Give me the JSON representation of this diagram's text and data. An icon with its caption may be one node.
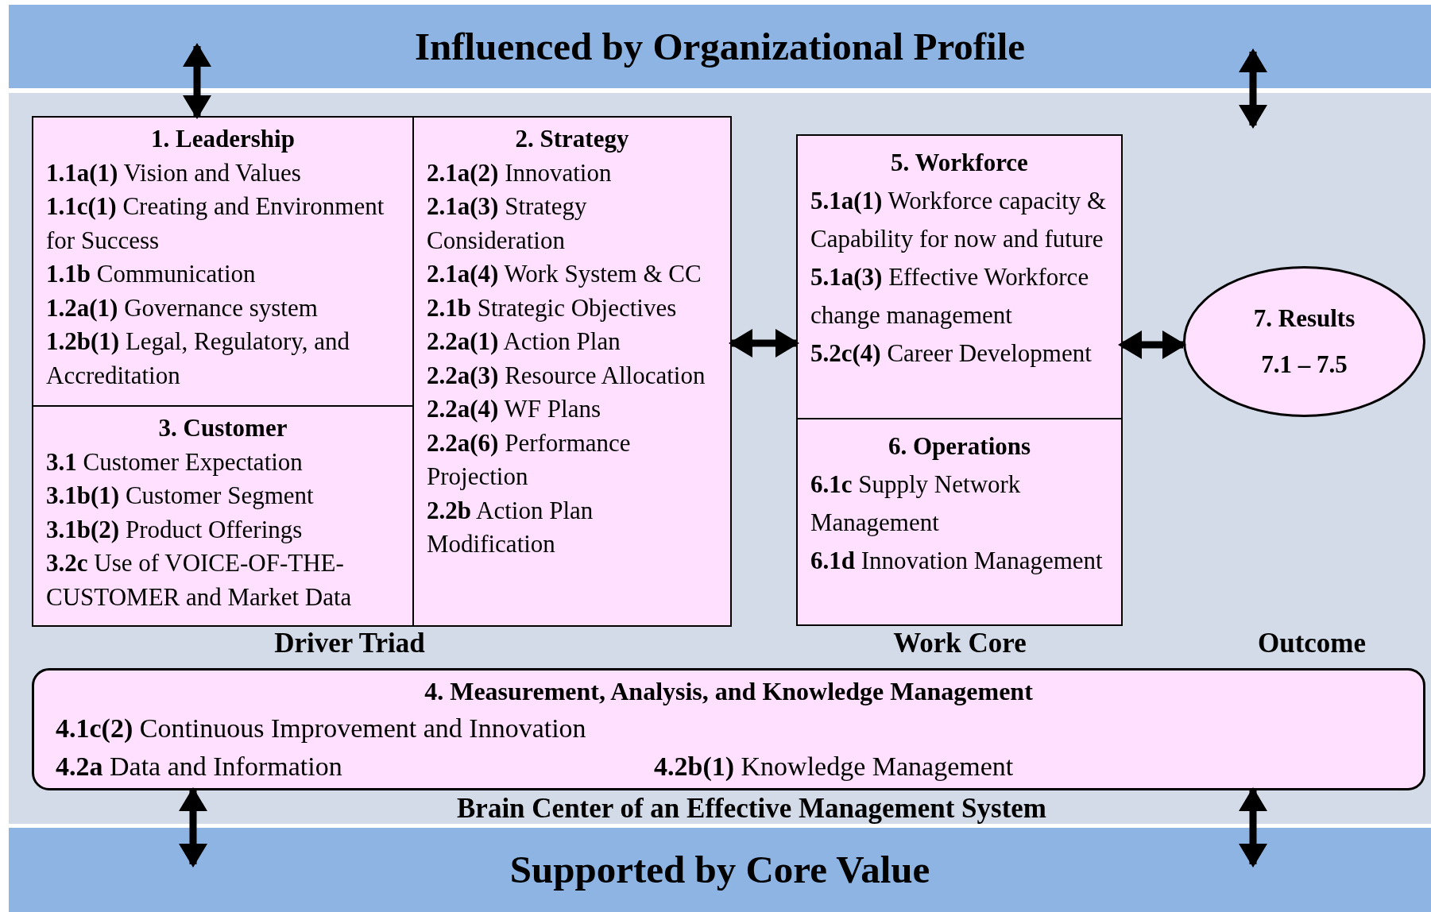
{
  "diagram": {
    "nodes": [
      {
        "text": [
          "Influenced by Organizational Profile"
        ]
      },
      {
        "text": [
          "1. Leadership",
          "**1.1a(1)** Vision and Values",
          "**1.1c(1)** Creating and Environment for Success",
          "**1.1b** Communication",
          "**1.2a(1)** Governance system",
          "**1.2b(1)** Legal, Regulatory, and Accreditation"
        ]
      },
      {
        "text": [
          "2. Strategy",
          "**2.1a(2)** Innovation",
          "**2.1a(3)** Strategy Consideration",
          "**2.1a(4)** Work System & CC",
          "**2.1b** Strategic Objectives",
          "**2.2a(1)** Action Plan",
          "**2.2a(3)** Resource Allocation",
          "**2.2a(4)** WF Plans",
          "**2.2a(6)** Performance Projection",
          "**2.2b** Action Plan Modification"
        ]
      },
      {
        "text": [
          "3. Customer",
          "**3.1** Customer Expectation",
          "**3.1b(1)** Customer Segment",
          "**3.1b(2)** Product Offerings",
          "**3.2c** Use of VOICE-OF-THE-CUSTOMER and Market Data"
        ]
      },
      {
        "text": [
          "5. Workforce",
          "**5.1a(1)** Workforce capacity & Capability for now and future",
          "**5.1a(3)** Effective Workforce change management",
          "**5.2c(4)** Career Development"
        ]
      },
      {
        "text": [
          "6. Operations",
          "**6.1c**  Supply Network Management",
          "**6.1d**  Innovation Management"
        ]
      },
      {
        "text": [
          "7. Results",
          "7.1 – 7.5"
        ]
      },
      {
        "text": [
          "4. Measurement, Analysis, and Knowledge Management",
          "**4.1c(2)** Continuous Improvement and Innovation",
          "**4.2a** Data and Information",
          "**4.2b(1)** Knowledge Management"
        ]
      },
      {
        "text": [
          "Supported by Core Value"
        ]
      }
    ],
    "edges": [
      {
        "from": 0,
        "to": 1,
        "arrow": "both"
      },
      {
        "from": 0,
        "to": null,
        "arrow": "both"
      },
      {
        "from": 2,
        "to": 4,
        "arrow": "both"
      },
      {
        "from": 4,
        "to": 6,
        "arrow": "both"
      },
      {
        "from": 7,
        "to": 8,
        "arrow": "both"
      },
      {
        "from": 7,
        "to": 8,
        "arrow": "both"
      }
    ],
    "labels": [
      "Driver Triad",
      "Work Core",
      "Outcome",
      "Brain Center of an Effective Management System"
    ]
  }
}
